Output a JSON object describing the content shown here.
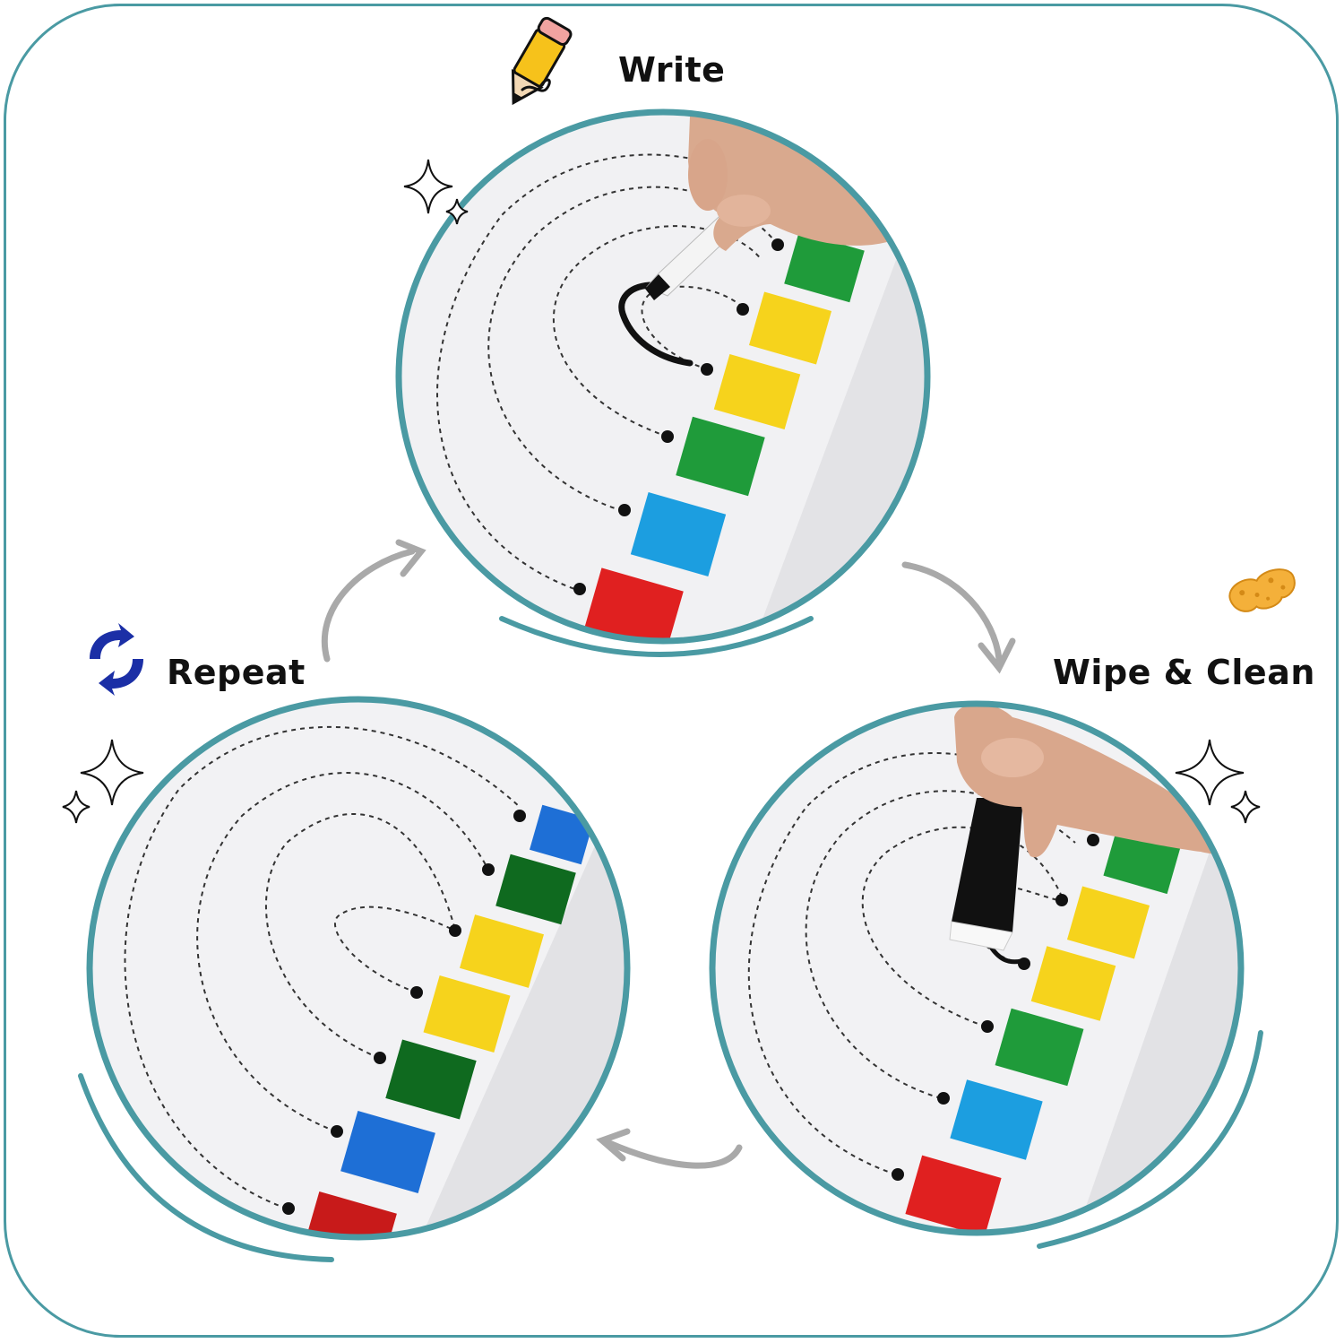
{
  "steps": {
    "write": {
      "label": "Write",
      "icon": "pencil-icon"
    },
    "wipe": {
      "label": "Wipe & Clean",
      "icon": "sponge-icon"
    },
    "repeat": {
      "label": "Repeat",
      "icon": "refresh-icon"
    }
  },
  "colors": {
    "teal": "#4a9aa3",
    "red": "#e02020",
    "blue": "#1c9ee0",
    "dark_blue": "#1e6fd6",
    "green": "#1f9b3a",
    "dark_green": "#0f6a1f",
    "yellow": "#f6d31c",
    "arrow": "#a9a9a9"
  }
}
